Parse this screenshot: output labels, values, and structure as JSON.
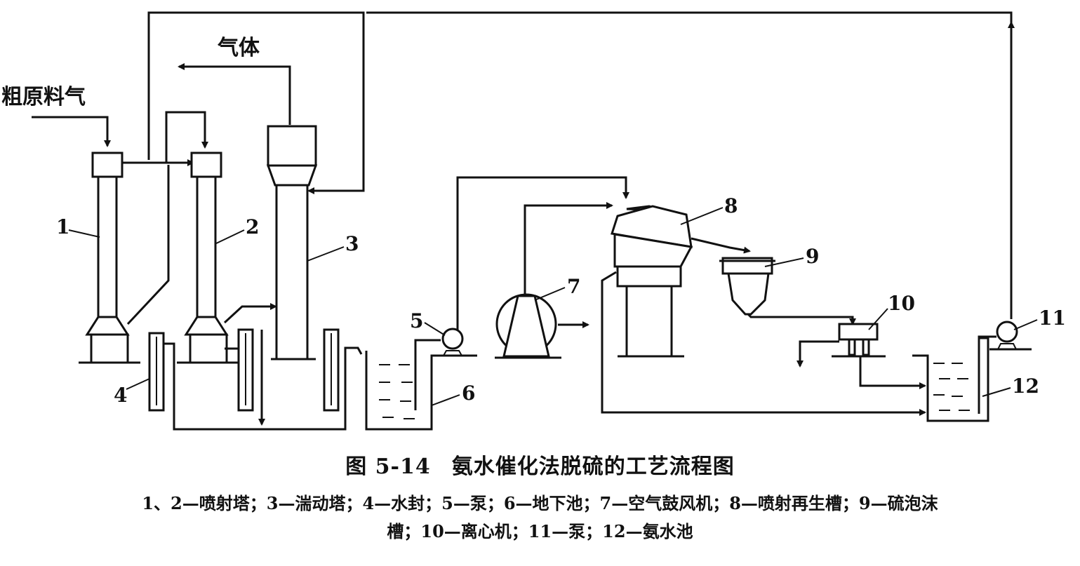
{
  "streams": {
    "feed_gas": "粗原料气",
    "gas_out": "气体"
  },
  "equipment_labels": {
    "e1": "1",
    "e2": "2",
    "e3": "3",
    "e4": "4",
    "e5": "5",
    "e6": "6",
    "e7": "7",
    "e8": "8",
    "e9": "9",
    "e10": "10",
    "e11": "11",
    "e12": "12"
  },
  "caption": {
    "figure_number": "图 5-14",
    "title": "氨水催化法脱硫的工艺流程图",
    "legend_line1": "1、2—喷射塔；3—湍动塔；4—水封；5—泵；6—地下池；7—空气鼓风机；8—喷射再生槽；9—硫泡沫",
    "legend_line2": "槽；10—离心机；11—泵；12—氨水池"
  }
}
